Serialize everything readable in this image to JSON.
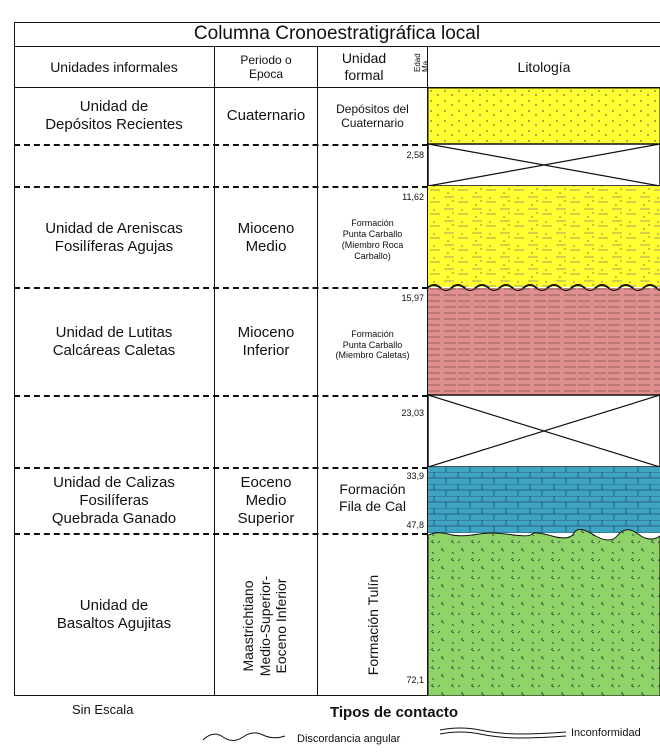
{
  "title": "Columna Cronoestratigráfica local",
  "headers": {
    "unidades_informales": "Unidades informales",
    "periodo": "Periodo o\nEpoca",
    "unidad_formal": "Unidad\nformal",
    "edad": "Edad\nMa",
    "litologia": "Litología"
  },
  "rows": [
    {
      "unit": "Unidad de\nDepósitos Recientes",
      "period": "Cuaternario",
      "formal": "Depósitos del\nCuaternario",
      "lithology": "sand",
      "age_bottom": "2,58"
    },
    {
      "unit": "",
      "period": "",
      "formal": "",
      "lithology": "hiatus",
      "age_bottom": "11,62"
    },
    {
      "unit": "Unidad de Areniscas\nFosilíferas Agujas",
      "period": "Mioceno\nMedio",
      "formal": "Formación\nPunta Carballo\n(Miembro Roca\nCarballo)",
      "lithology": "sandstone",
      "age_bottom": "15,97"
    },
    {
      "unit": "Unidad de Lutitas\nCalcáreas Caletas",
      "period": "Mioceno\nInferior",
      "formal": "Formación\nPunta Carballo\n(Miembro Caletas)",
      "lithology": "shale",
      "age_bottom": "23,03"
    },
    {
      "unit": "",
      "period": "",
      "formal": "",
      "lithology": "hiatus",
      "age_bottom": "33,9"
    },
    {
      "unit": "Unidad de Calizas\nFosilíferas\nQuebrada Ganado",
      "period": "Eoceno\nMedio\nSuperior",
      "formal": "Formación\nFila de Cal",
      "lithology": "limestone",
      "age_bottom": "47,8"
    },
    {
      "unit": "Unidad de\nBasaltos Agujitas",
      "period": "Maastrichtiano\nMedio-Superior-\nEoceno Inferior",
      "formal": "Formación Tulín",
      "lithology": "basalt",
      "age_bottom": "72,1"
    }
  ],
  "footer": {
    "scale": "Sin Escala",
    "contacts_title": "Tipos de contacto",
    "angular": "Discordancia angular",
    "unconformity": "Inconformidad"
  },
  "colors": {
    "sand": "#ffff33",
    "shale": "#e08f8f",
    "limestone": "#3fa3c2",
    "basalt": "#8fd46b",
    "border": "#111111"
  }
}
